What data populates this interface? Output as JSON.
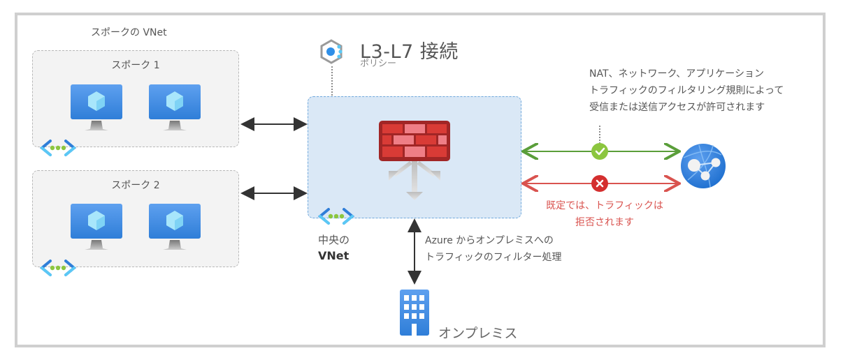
{
  "spokes_title": "スポークの VNet",
  "spokes": [
    {
      "label": "スポーク 1"
    },
    {
      "label": "スポーク 2"
    }
  ],
  "policy": {
    "title": "L3-L7 接続",
    "subtitle": "ポリシー"
  },
  "hub": {
    "label_line1": "中央の",
    "label_line2": "VNet"
  },
  "allowed_note": [
    "NAT、ネットワーク、アプリケーション",
    "トラフィックのフィルタリング規則によって",
    "受信または送信アクセスが許可されます"
  ],
  "denied_note": [
    "既定では、トラフィックは",
    "拒否されます"
  ],
  "onprem_note": [
    "Azure からオンプレミスへの",
    "トラフィックのフィルター処理"
  ],
  "onprem_label": "オンプレミス",
  "icons": {
    "vm": "virtual-machine-icon",
    "vnet": "vnet-icon",
    "firewall": "firewall-icon",
    "policy": "firewall-policy-icon",
    "internet": "internet-globe-icon",
    "building": "on-premises-building-icon",
    "allow": "check-icon",
    "deny": "x-icon"
  },
  "colors": {
    "allow": "#5a9e3a",
    "deny": "#d9534f",
    "hub_fill": "#dae8f6",
    "spoke_fill": "#f3f3f3",
    "azure_blue": "#2f7ed8"
  }
}
